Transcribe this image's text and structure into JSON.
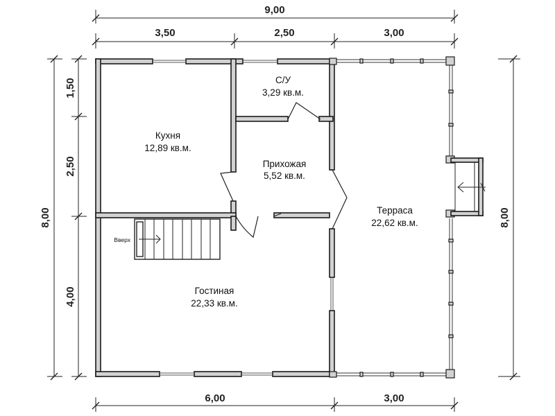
{
  "dimensions": {
    "top_total": "9,00",
    "top_seg1": "3,50",
    "top_seg2": "2,50",
    "top_seg3": "3,00",
    "bottom_seg1": "6,00",
    "bottom_seg2": "3,00",
    "left_seg1": "1,50",
    "left_seg2": "2,50",
    "left_seg3": "4,00",
    "left_total": "8,00",
    "right_total": "8,00"
  },
  "rooms": {
    "kitchen": {
      "name": "Кухня",
      "area": "12,89 кв.м."
    },
    "bathroom": {
      "name": "С/У",
      "area": "3,29 кв.м."
    },
    "hallway": {
      "name": "Прихожая",
      "area": "5,52 кв.м."
    },
    "terrace": {
      "name": "Терраса",
      "area": "22,62 кв.м."
    },
    "living": {
      "name": "Гостиная",
      "area": "22,33 кв.м."
    }
  },
  "stairs": {
    "label": "Вверх"
  }
}
